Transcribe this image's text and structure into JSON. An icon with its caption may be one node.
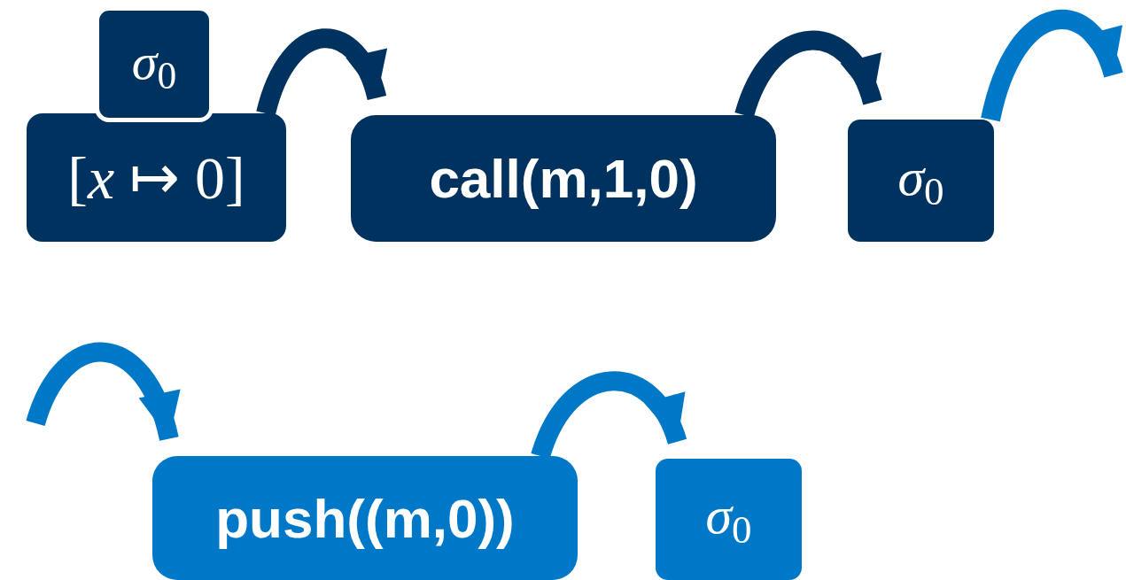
{
  "diagram": {
    "nodes": [
      {
        "text": [
          "*σ*$_{0}$"
        ]
      },
      {
        "text": [
          "[*x* ↦ 0]"
        ]
      },
      {
        "text": [
          "call(m,1,0)"
        ]
      },
      {
        "text": [
          "*σ*$_{0}$"
        ]
      },
      {
        "text": [
          "push((m,0))"
        ]
      },
      {
        "text": [
          "*σ*$_{0}$"
        ]
      }
    ],
    "edges": [
      {
        "from": 1,
        "to": 2,
        "arrow": "to",
        "color": "#00325f"
      },
      {
        "from": 2,
        "to": 3,
        "arrow": "to",
        "color": "#00325f"
      },
      {
        "from": 3,
        "to": null,
        "arrow": "to",
        "color": "#0078c8"
      },
      {
        "from": null,
        "to": 4,
        "arrow": "to",
        "color": "#0078c8"
      },
      {
        "from": 4,
        "to": 5,
        "arrow": "to",
        "color": "#0078c8"
      }
    ]
  }
}
